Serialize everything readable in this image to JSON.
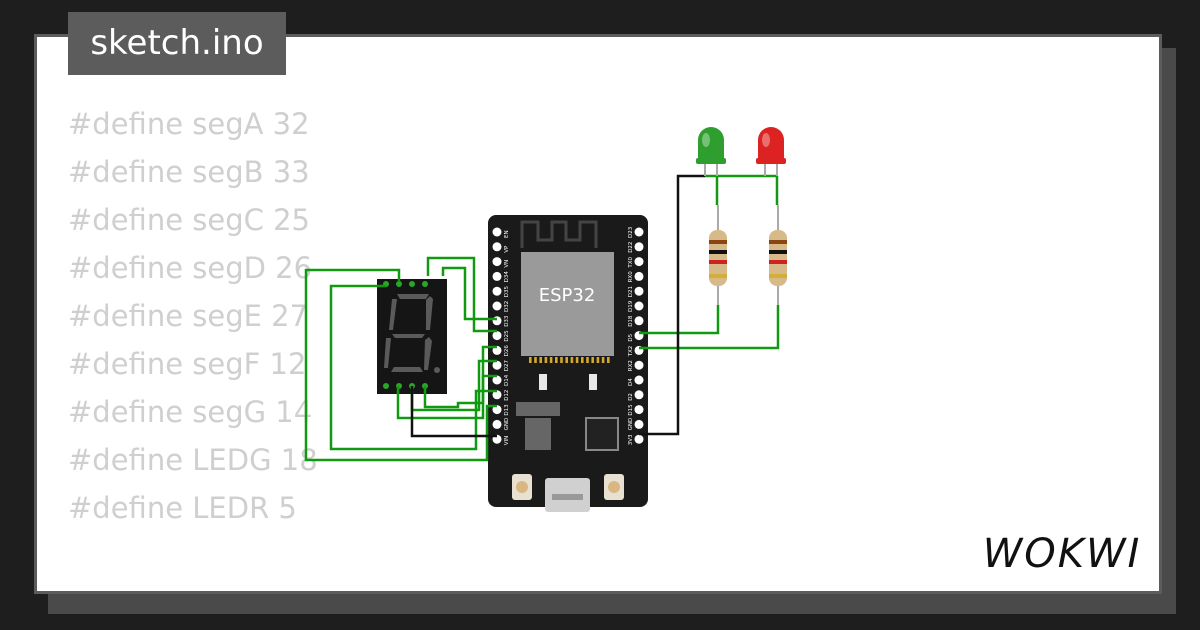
{
  "file_tab": {
    "label": "sketch.ino"
  },
  "code_lines": [
    "#define segA 32",
    "#define segB 33",
    "#define segC 25",
    "#define segD 26",
    "#define segE 27",
    "#define segF 12",
    "#define segG 14",
    "#define LEDG 18",
    "#define LEDR 5"
  ],
  "board": {
    "chip_label": "ESP32",
    "left_pins": [
      "EN",
      "VP",
      "VN",
      "D34",
      "D35",
      "D32",
      "D33",
      "D25",
      "D26",
      "D27",
      "D14",
      "D12",
      "D13",
      "GND",
      "VIN"
    ],
    "right_pins": [
      "D23",
      "D22",
      "TX0",
      "RX0",
      "D21",
      "D19",
      "D18",
      "D5",
      "TX2",
      "RX2",
      "D4",
      "D2",
      "D15",
      "GND",
      "3V3"
    ]
  },
  "components": {
    "led_green_color": "#2e9e2e",
    "led_red_color": "#dd2222",
    "wire_color": "#119911",
    "ground_wire_color": "#111111"
  },
  "brand": {
    "logo_text": "WOKWI"
  }
}
